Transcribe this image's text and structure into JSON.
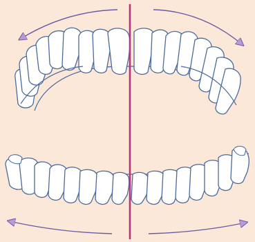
{
  "colors": {
    "background": "#fbe8d8",
    "tooth_fill": "#ffffff",
    "tooth_outline": "#4a6a9c",
    "midline": "#b3367e",
    "arrow": "#6b5aa3",
    "arrow_head": "#b79ad8"
  },
  "icons": {
    "upper_left_arrow": "curved-arrow-left",
    "upper_right_arrow": "curved-arrow-right",
    "lower_left_arrow": "curved-arrow-left",
    "lower_right_arrow": "curved-arrow-right"
  }
}
